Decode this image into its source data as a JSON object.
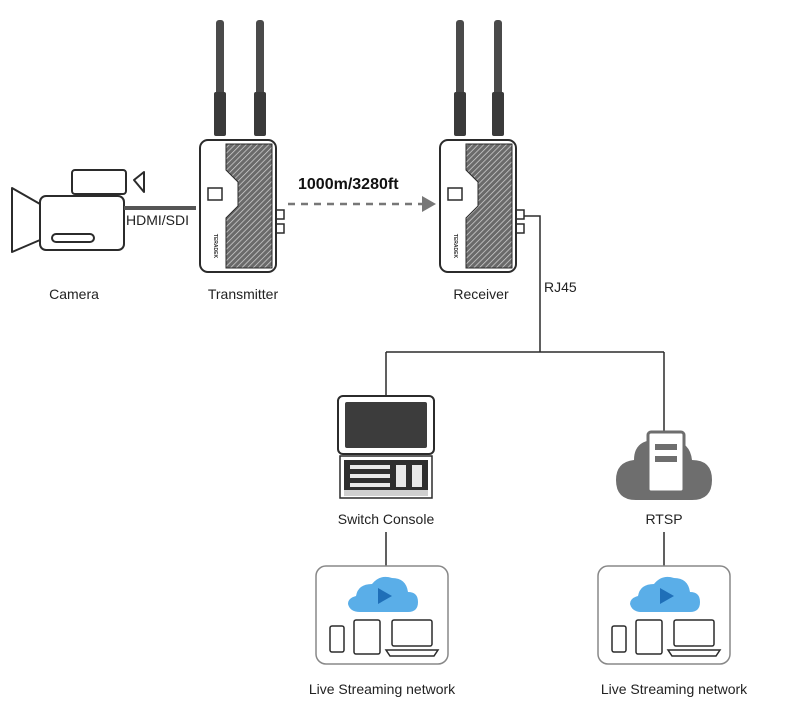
{
  "diagram": {
    "nodes": {
      "camera": "Camera",
      "transmitter": "Transmitter",
      "receiver": "Receiver",
      "switch_console": "Switch Console",
      "rtsp": "RTSP",
      "live_left": "Live Streaming network",
      "live_right": "Live Streaming network"
    },
    "links": {
      "camera_to_transmitter": "HDMI/SDI",
      "wireless_distance": "1000m/3280ft",
      "receiver_uplink": "RJ45"
    },
    "device_brand": "TERADEK",
    "icons": {
      "camera": "video-camera-icon",
      "transmitter": "wireless-transmitter-icon",
      "receiver": "wireless-receiver-icon",
      "console": "switch-console-icon",
      "server": "cloud-server-icon",
      "streaming": "cloud-play-icon",
      "phone": "phone-icon",
      "tablet": "tablet-icon",
      "laptop": "laptop-icon"
    },
    "colors": {
      "line": "#2b2b2b",
      "cloud_blue": "#5aaee8",
      "play_blue": "#1f6fb8",
      "server_gray": "#6e6e6e",
      "dash": "#777777"
    }
  }
}
